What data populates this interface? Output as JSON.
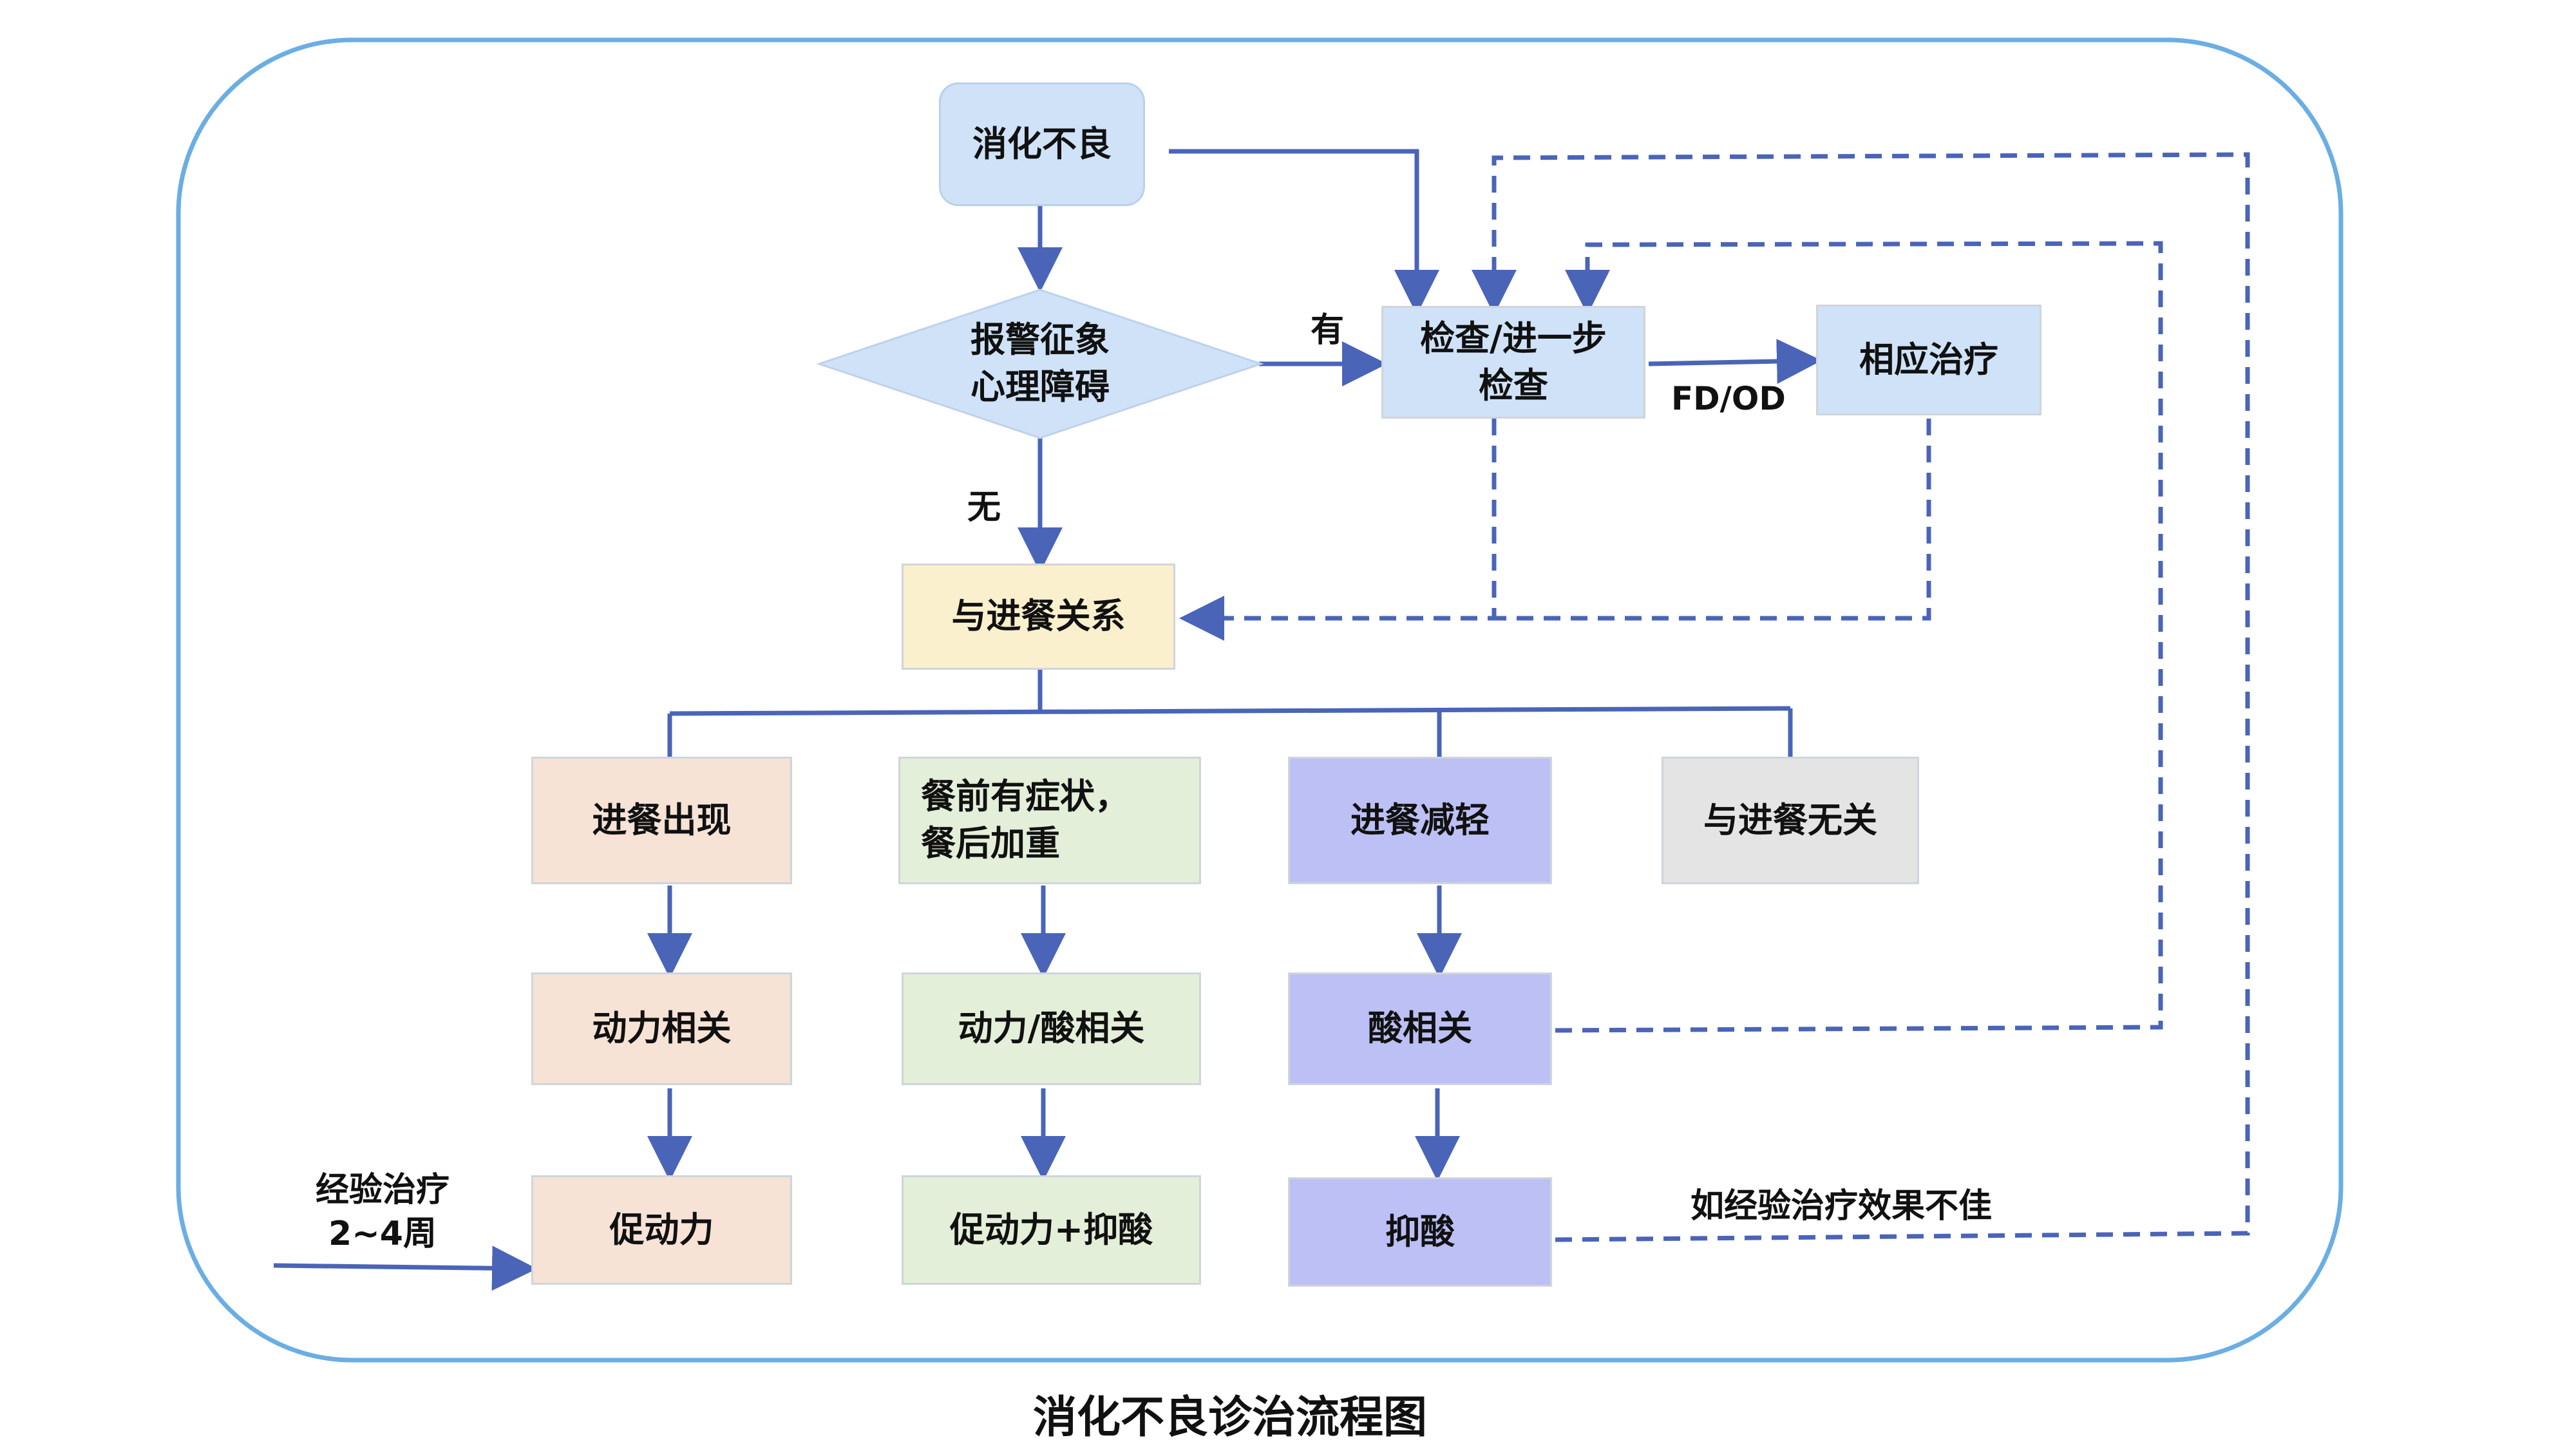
{
  "diagram": {
    "title": "消化不良诊治流程图",
    "nodes": {
      "dyspepsia": "消化不良",
      "alarm": "报警征象\n心理障碍",
      "exam": "检查/进一步\n检查",
      "treat": "相应治疗",
      "meal_relation": "与进餐关系",
      "cat1": "进餐出现",
      "cat2": "餐前有症状，\n餐后加重",
      "cat3": "进餐减轻",
      "cat4": "与进餐无关",
      "rel1": "动力相关",
      "rel2": "动力/酸相关",
      "rel3": "酸相关",
      "tx1": "促动力",
      "tx2": "促动力+抑酸",
      "tx3": "抑酸"
    },
    "edge_labels": {
      "yes": "有",
      "no": "无",
      "fd_od": "FD/OD",
      "empirical": "经验治疗\n2~4周",
      "poor_effect": "如经验治疗效果不佳"
    },
    "colors": {
      "frame": "#6aaee3",
      "arrow": "#4a64b8",
      "blue_node": "#cfe2f8",
      "yellow_node": "#fbf0cd",
      "peach_node": "#f6e3d6",
      "green_node": "#e3efd8",
      "purple_node": "#bcc0f5",
      "gray_node": "#e4e4e4"
    }
  }
}
